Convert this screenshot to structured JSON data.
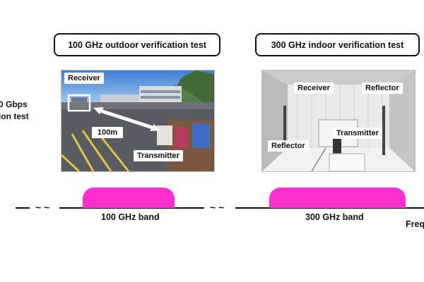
{
  "left_label": {
    "line1": "0 Gbps",
    "line2": "ion test"
  },
  "outdoor": {
    "title": "100 GHz outdoor verification test",
    "receiver": "Receiver",
    "distance": "100m",
    "transmitter": "Transmitter",
    "band": "100 GHz band"
  },
  "indoor": {
    "title": "300 GHz indoor verification test",
    "receiver": "Receiver",
    "reflector_top": "Reflector",
    "transmitter": "Transmitter",
    "reflector_left": "Reflector",
    "band": "300 GHz band"
  },
  "axis": {
    "break_symbol": "~ ~",
    "label": "Freq"
  },
  "colors": {
    "band": "#ff2fcf"
  }
}
